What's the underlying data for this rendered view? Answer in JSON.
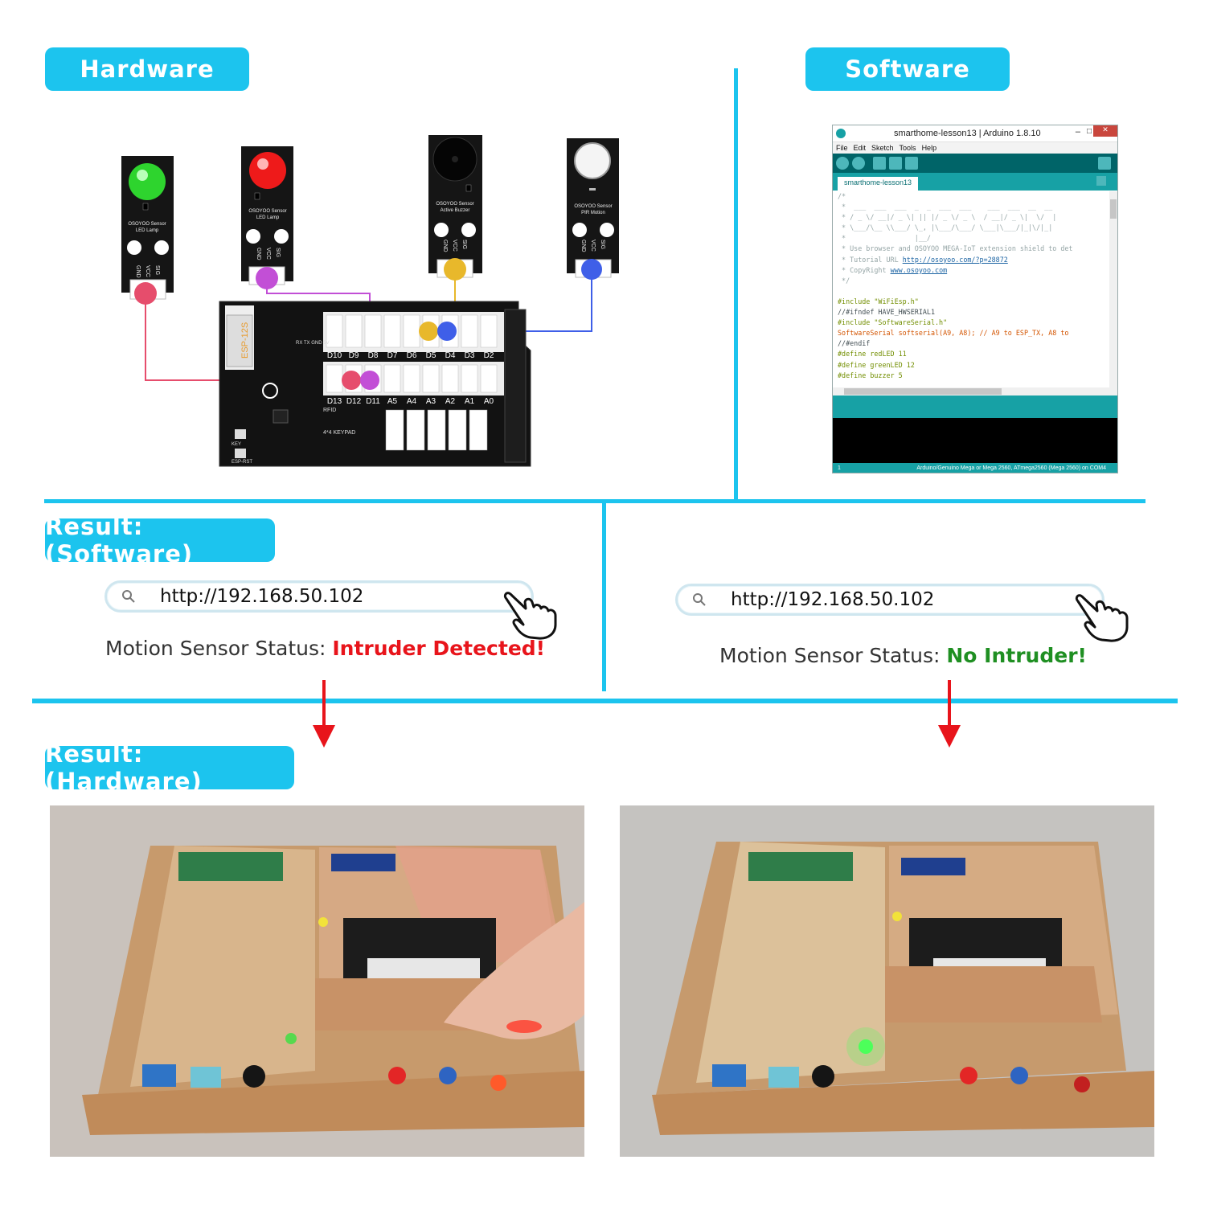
{
  "headers": {
    "hardware": "Hardware",
    "software": "Software",
    "result_software": "Result:(Software)",
    "result_hardware": "Result:(Hardware)"
  },
  "modules": [
    {
      "line1": "OSOYOO Sensor",
      "line2": "LED Lamp",
      "pins": [
        "GND",
        "VCC",
        "SIG"
      ],
      "color": "#22cc22"
    },
    {
      "line1": "OSOYOO Sensor",
      "line2": "LED Lamp",
      "pins": [
        "GND",
        "VCC",
        "SIG"
      ],
      "color": "#ee1111"
    },
    {
      "line1": "OSOYOO Sensor",
      "line2": "Active Buzzer",
      "pins": [
        "GND",
        "VCC",
        "SIG"
      ],
      "color": "#111111"
    },
    {
      "line1": "OSOYOO Sensor",
      "line2": "PIR Motion",
      "pins": [
        "GND",
        "VCC",
        "SIG"
      ],
      "color": "#eeeeee"
    }
  ],
  "board": {
    "wifi_label": "ESP-12S",
    "top_pins": [
      "D10",
      "D9",
      "D8",
      "D7",
      "D6",
      "D5",
      "D4",
      "D3",
      "D2"
    ],
    "bottom_pins": [
      "D13",
      "D12",
      "D11",
      "A5",
      "A4",
      "A3",
      "A2",
      "A1",
      "A0"
    ],
    "rfid": "RFID",
    "keypad": "4*4 KEYPAD",
    "key": "KEY",
    "esp_rst": "ESP-RST",
    "serial": "RX TX GND 5V"
  },
  "ide": {
    "title": "smarthome-lesson13 | Arduino 1.8.10",
    "menu": [
      "File",
      "Edit",
      "Sketch",
      "Tools",
      "Help"
    ],
    "tab": "smarthome-lesson13",
    "code_comment_lines": [
      "/*",
      " *  ___  ___  ___  _  _  ___  ___    ___  ___  __  __",
      " * / _ \\/ __|/ _ \\| || |/ _ \\/ _ \\  / __|/ _ \\|  \\/  |",
      " * \\___/\\__ \\\\___/ \\_, |\\___/\\___/ \\___|\\___/|_|\\/|_|",
      " *                 |__/",
      " * Use browser and OSOYOO MEGA-IoT extension shield to det",
      " * Tutorial URL ",
      " * CopyRight ",
      " */"
    ],
    "tutorial_url": "http://osoyoo.com/?p=28872",
    "copyright_url": "www.osoyoo.com",
    "code_lines": [
      "#include \"WiFiEsp.h\"",
      "//#ifndef HAVE_HWSERIAL1",
      "#include \"SoftwareSerial.h\"",
      "SoftwareSerial softserial(A9, A8); // A9 to ESP_TX, A8 to",
      "//#endif",
      "#define redLED 11",
      "#define greenLED 12",
      "#define buzzer 5"
    ],
    "footer_line": "1",
    "footer_board": "Arduino/Genuino Mega or Mega 2560, ATmega2560 (Mega 2560) on COM4"
  },
  "results": [
    {
      "url": "http://192.168.50.102",
      "label": "Motion Sensor Status: ",
      "value": "Intruder Detected!",
      "color": "#e8141b"
    },
    {
      "url": "http://192.168.50.102",
      "label": "Motion Sensor Status: ",
      "value": "No Intruder!",
      "color": "#1f8f22"
    }
  ],
  "colors": {
    "accent": "#1cc4ee",
    "arrow": "#e8141b"
  }
}
